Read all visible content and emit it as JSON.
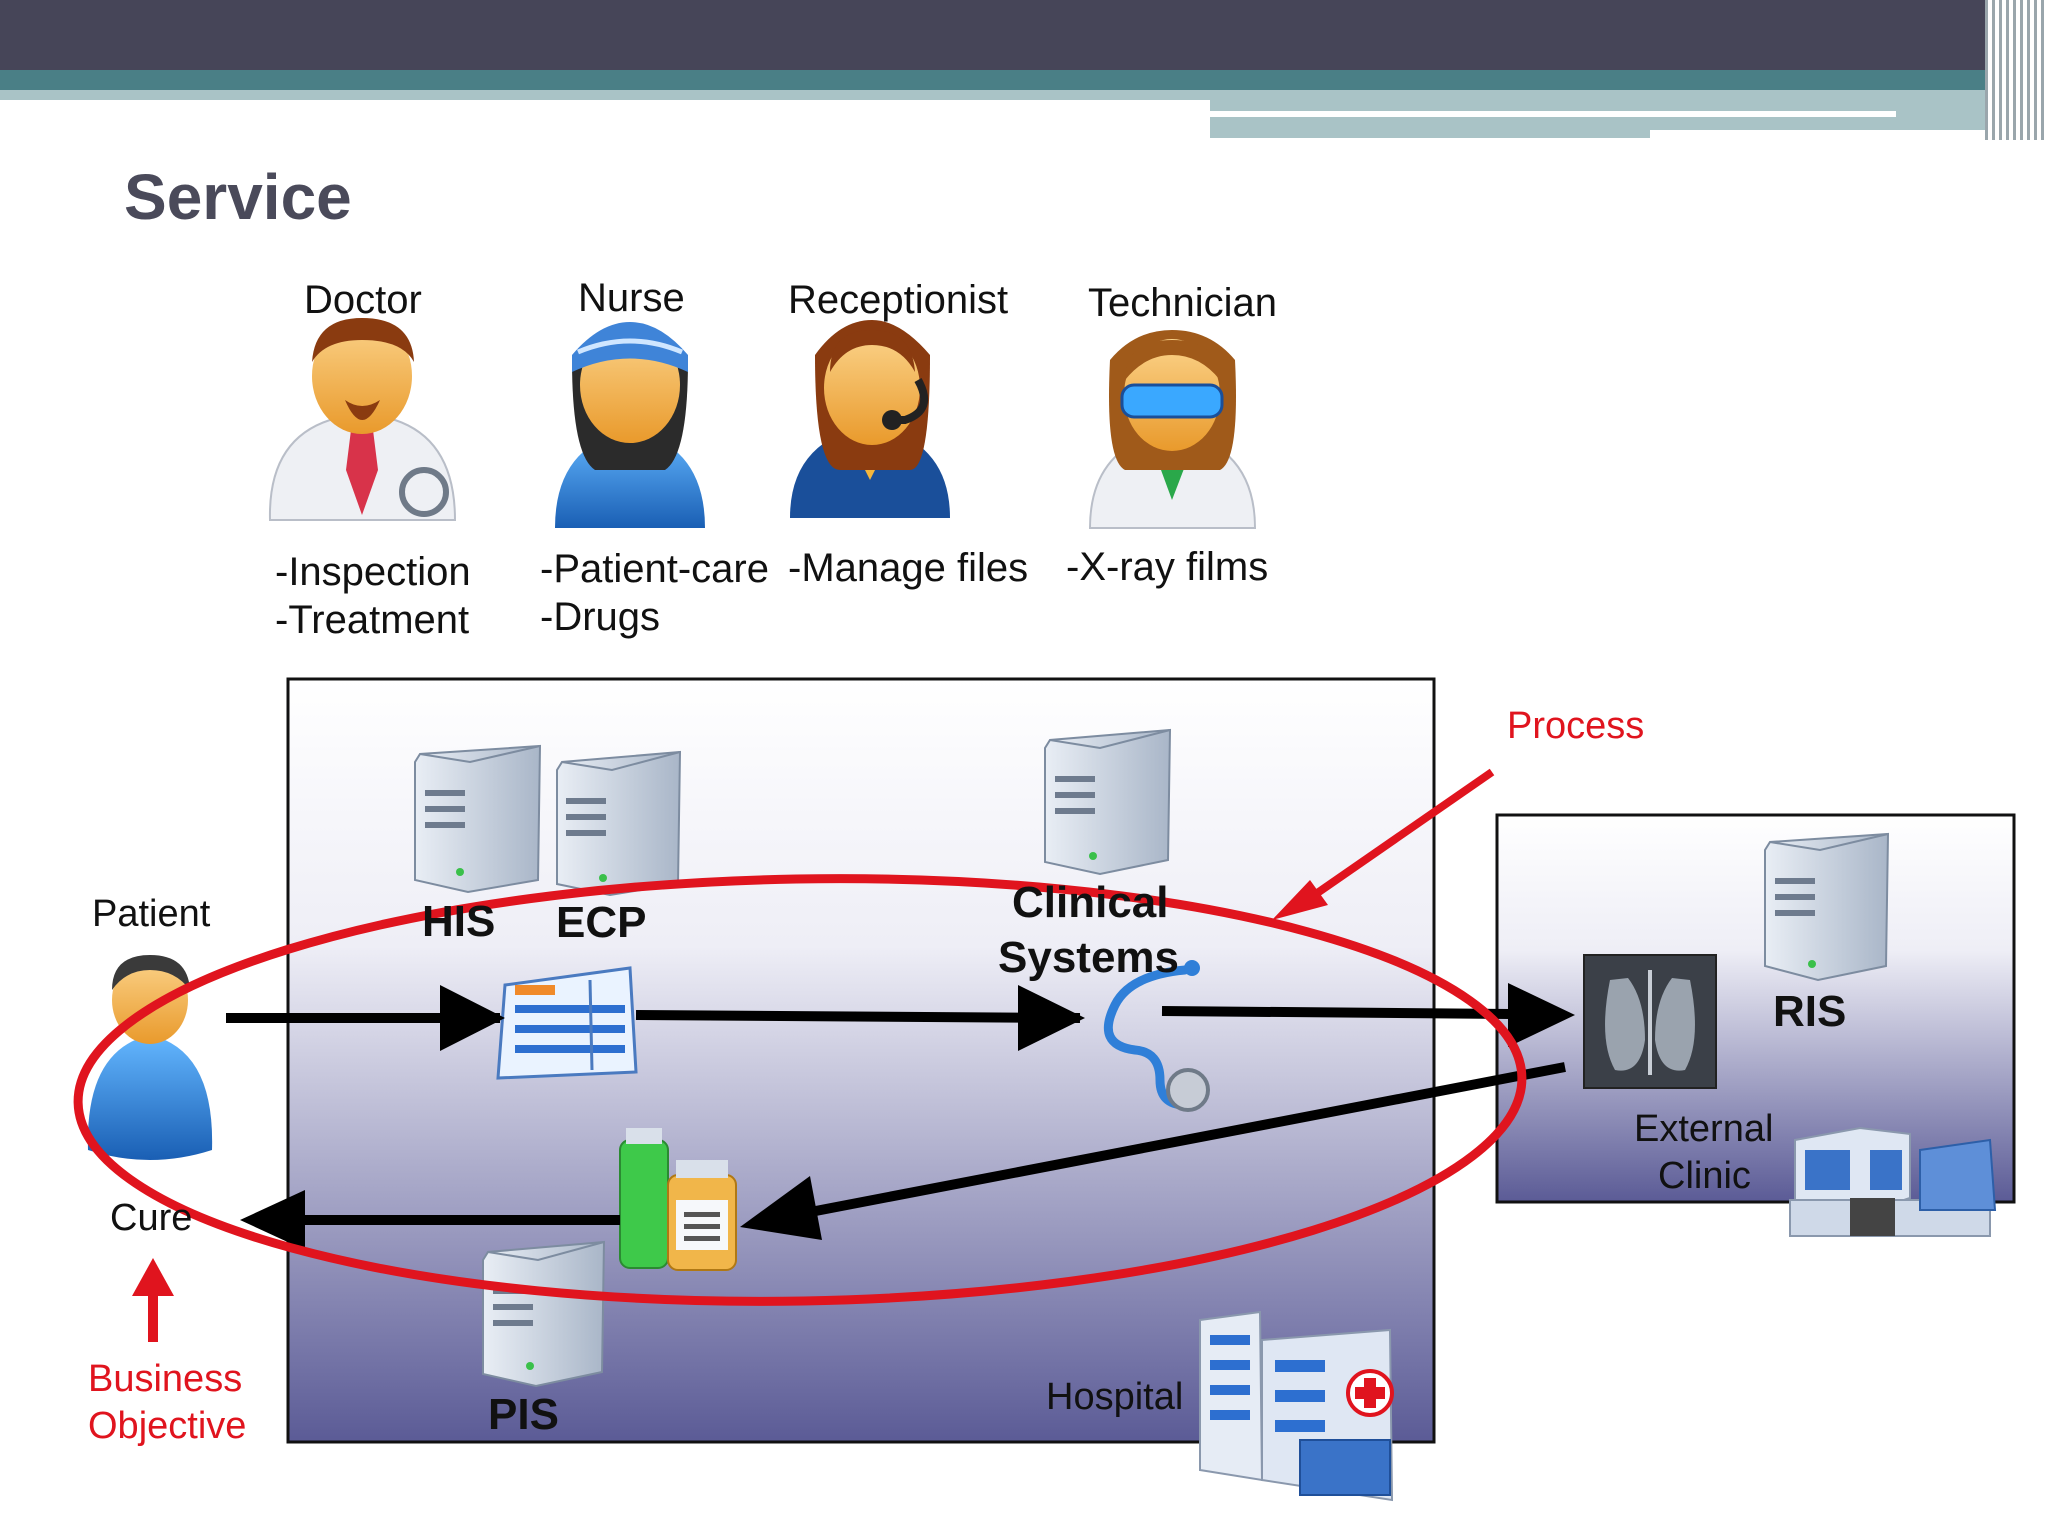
{
  "slide": {
    "title": "Service",
    "colors": {
      "header_dark": "#464558",
      "header_teal": "#4a7f86",
      "accent_red": "#e0141e",
      "title_gray": "#4a4a5a"
    }
  },
  "roles": [
    {
      "name": "Doctor",
      "icon": "doctor-icon",
      "tasks": [
        "-Inspection",
        "-Treatment"
      ]
    },
    {
      "name": "Nurse",
      "icon": "nurse-icon",
      "tasks": [
        "-Patient-care",
        "-Drugs"
      ]
    },
    {
      "name": "Receptionist",
      "icon": "receptionist-icon",
      "tasks": [
        "-Manage files"
      ]
    },
    {
      "name": "Technician",
      "icon": "technician-icon",
      "tasks": [
        "-X-ray films"
      ]
    }
  ],
  "diagram": {
    "patient_label": "Patient",
    "cure_label": "Cure",
    "business_objective": [
      "Business",
      "Objective"
    ],
    "process_label": "Process",
    "systems": {
      "his": "HIS",
      "ecp": "ECP",
      "clinical": [
        "Clinical",
        "Systems"
      ],
      "pis": "PIS",
      "ris": "RIS"
    },
    "hospital_label": "Hospital",
    "external_clinic": [
      "External",
      "Clinic"
    ]
  }
}
